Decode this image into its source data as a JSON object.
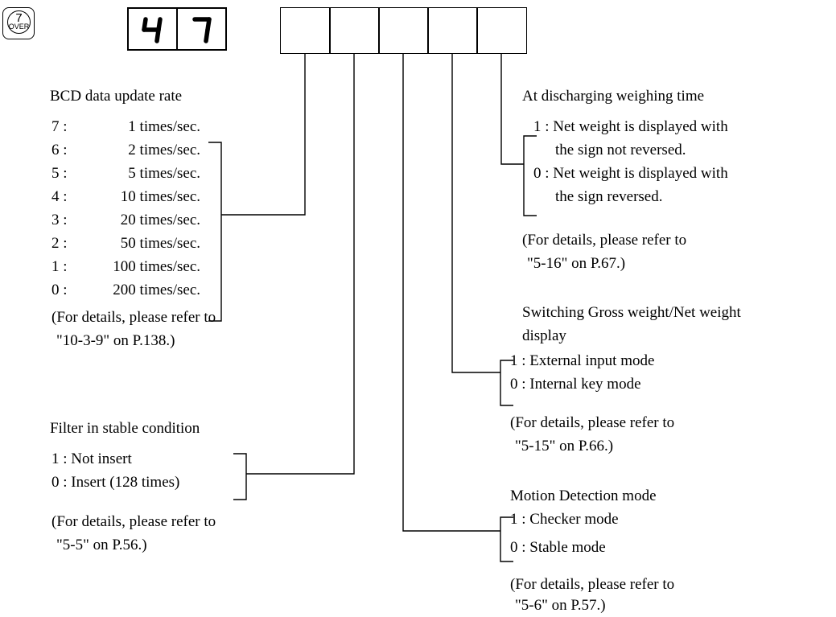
{
  "key": {
    "digit": "7",
    "label": "OVER"
  },
  "display_digits": [
    "4",
    "7"
  ],
  "bcd": {
    "title": "BCD data update rate",
    "rows": [
      {
        "code": "7 :",
        "value": "1 times/sec."
      },
      {
        "code": "6 :",
        "value": "2 times/sec."
      },
      {
        "code": "5 :",
        "value": "5 times/sec."
      },
      {
        "code": "4 :",
        "value": "10 times/sec."
      },
      {
        "code": "3 :",
        "value": "20 times/sec."
      },
      {
        "code": "2 :",
        "value": "50 times/sec."
      },
      {
        "code": "1 :",
        "value": "100 times/sec."
      },
      {
        "code": "0 :",
        "value": "200 times/sec."
      }
    ],
    "ref1": "(For details, please refer to",
    "ref2": "\"10-3-9\" on P.138.)"
  },
  "filter": {
    "title": "Filter in stable condition",
    "opt1": "1 : Not insert",
    "opt0": "0 : Insert (128 times)",
    "ref1": "(For details, please refer to",
    "ref2": "\"5-5\" on P.56.)"
  },
  "discharge": {
    "title": "At discharging weighing time",
    "opt1_a": "1 : Net weight is displayed with",
    "opt1_b": "the sign not reversed.",
    "opt0_a": "0 : Net weight is displayed with",
    "opt0_b": "the sign reversed.",
    "ref1": "(For details, please refer to",
    "ref2": "\"5-16\" on P.67.)"
  },
  "gross_net": {
    "title1": "Switching Gross weight/Net weight",
    "title2": "display",
    "opt1": "1 : External input mode",
    "opt0": "0 : Internal key mode",
    "ref1": "(For details, please refer to",
    "ref2": "\"5-15\" on P.66.)"
  },
  "motion": {
    "title": "Motion Detection mode",
    "opt1": "1 : Checker mode",
    "opt0": "0 : Stable mode",
    "ref1": "(For details, please refer to",
    "ref2": "\"5-6\" on P.57.)"
  }
}
